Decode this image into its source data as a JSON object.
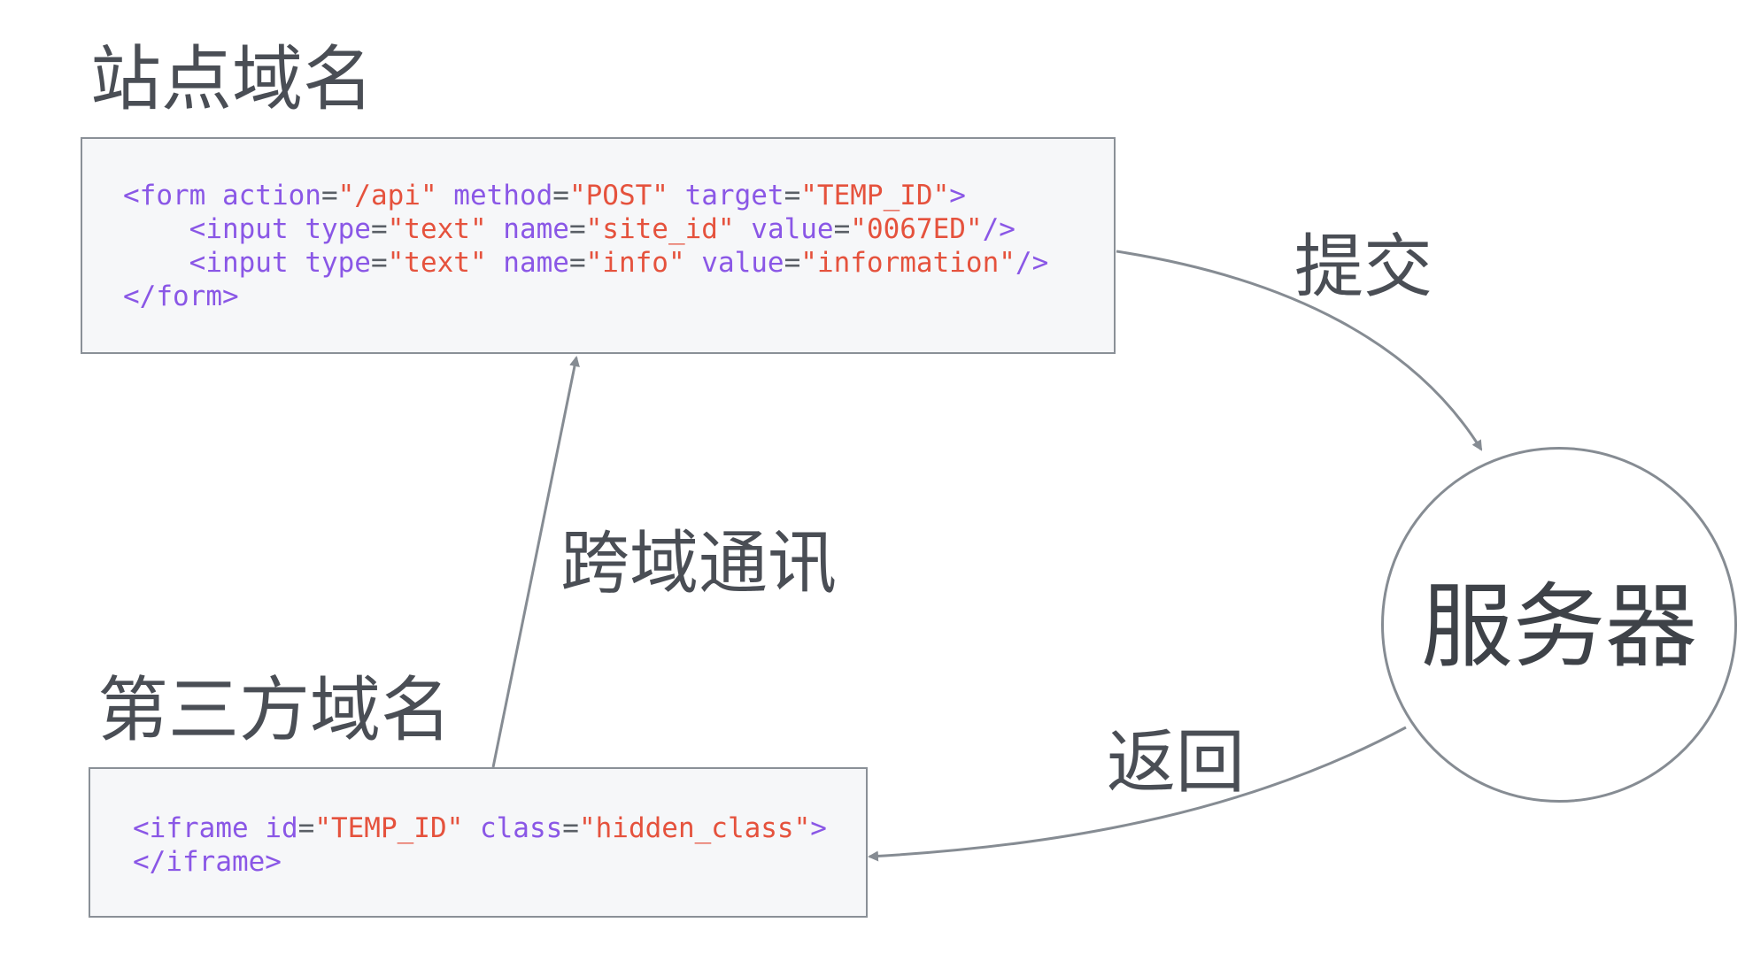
{
  "site": {
    "title": "站点域名",
    "code": [
      [
        [
          "k",
          "<form "
        ],
        [
          "k",
          "action"
        ],
        [
          "p",
          "="
        ],
        [
          "s",
          "\"/api\""
        ],
        [
          "p",
          " "
        ],
        [
          "k",
          "method"
        ],
        [
          "p",
          "="
        ],
        [
          "s",
          "\"POST\""
        ],
        [
          "p",
          " "
        ],
        [
          "k",
          "target"
        ],
        [
          "p",
          "="
        ],
        [
          "s",
          "\"TEMP_ID\""
        ],
        [
          "k",
          ">"
        ]
      ],
      [
        [
          "p",
          "    "
        ],
        [
          "k",
          "<input "
        ],
        [
          "k",
          "type"
        ],
        [
          "p",
          "="
        ],
        [
          "s",
          "\"text\""
        ],
        [
          "p",
          " "
        ],
        [
          "k",
          "name"
        ],
        [
          "p",
          "="
        ],
        [
          "s",
          "\"site_id\""
        ],
        [
          "p",
          " "
        ],
        [
          "k",
          "value"
        ],
        [
          "p",
          "="
        ],
        [
          "s",
          "\"0067ED\""
        ],
        [
          "k",
          "/>"
        ]
      ],
      [
        [
          "p",
          "    "
        ],
        [
          "k",
          "<input "
        ],
        [
          "k",
          "type"
        ],
        [
          "p",
          "="
        ],
        [
          "s",
          "\"text\""
        ],
        [
          "p",
          " "
        ],
        [
          "k",
          "name"
        ],
        [
          "p",
          "="
        ],
        [
          "s",
          "\"info\""
        ],
        [
          "p",
          " "
        ],
        [
          "k",
          "value"
        ],
        [
          "p",
          "="
        ],
        [
          "s",
          "\"information\""
        ],
        [
          "k",
          "/>"
        ]
      ],
      [
        [
          "k",
          "</form>"
        ]
      ]
    ]
  },
  "third_party": {
    "title": "第三方域名",
    "code": [
      [
        [
          "k",
          "<iframe "
        ],
        [
          "k",
          "id"
        ],
        [
          "p",
          "="
        ],
        [
          "s",
          "\"TEMP_ID\""
        ],
        [
          "p",
          " "
        ],
        [
          "k",
          "class"
        ],
        [
          "p",
          "="
        ],
        [
          "s",
          "\"hidden_class\""
        ],
        [
          "k",
          ">"
        ]
      ],
      [
        [
          "k",
          "</iframe>"
        ]
      ]
    ]
  },
  "server": {
    "label": "服务器"
  },
  "edges": {
    "submit": "提交",
    "return": "返回",
    "cross_domain": "跨域通讯"
  },
  "colors": {
    "keyword": "#8a57e6",
    "string": "#e5523d",
    "punct": "#5a5f66",
    "arrow": "#868c93",
    "text": "#4a4e55"
  }
}
